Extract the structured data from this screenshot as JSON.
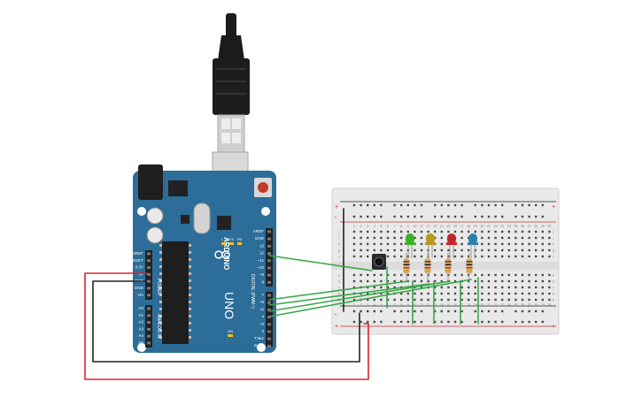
{
  "usb_cable": {
    "icon": "usb-b-plug-icon"
  },
  "arduino": {
    "brand": "ARDUINO",
    "model": "UNO",
    "power_header": [
      "IOREF",
      "RESET",
      "3.3V",
      "5V",
      "GND",
      "GND",
      "Vin"
    ],
    "power_title": "POWER",
    "analog_header": [
      "A0",
      "A1",
      "A2",
      "A3",
      "A4",
      "A5"
    ],
    "analog_title": "ANALOG IN",
    "digital_top": [
      "AREF",
      "GND",
      "13",
      "12",
      "~11",
      "~10",
      "~9",
      "8"
    ],
    "digital_bottom": [
      "7",
      "~6",
      "~5",
      "4",
      "~3",
      "2",
      "TX▸1",
      "RX◂0"
    ],
    "digital_title": "DIGITAL (PWM~)",
    "led_labels": [
      "L",
      "TX",
      "RX"
    ],
    "on_label": "ON",
    "colors": {
      "board": "#2c6d99",
      "header": "#222222",
      "chip": "#1e1e1e"
    }
  },
  "breadboard": {
    "columns": [
      "1",
      "2",
      "3",
      "4",
      "5",
      "6",
      "7",
      "8",
      "9",
      "10",
      "11",
      "12",
      "13",
      "14",
      "15",
      "16",
      "17",
      "18",
      "19",
      "20",
      "21",
      "22",
      "23",
      "24",
      "25",
      "26",
      "27",
      "28",
      "29",
      "30"
    ],
    "rows_top": [
      "j",
      "i",
      "h",
      "g",
      "f"
    ],
    "rows_bottom": [
      "e",
      "d",
      "c",
      "b",
      "a"
    ],
    "rail_plus": "+",
    "rail_minus": "-",
    "colors": {
      "body": "#e9e9e9",
      "hole": "#4b4b4b",
      "rail_red": "#d92b2b",
      "rail_black": "#222222"
    }
  },
  "components": {
    "leds": [
      {
        "name": "green",
        "color": "#3fae2a"
      },
      {
        "name": "yellow",
        "color": "#b59a1c"
      },
      {
        "name": "red",
        "color": "#c0282d"
      },
      {
        "name": "blue",
        "color": "#2e7fb0"
      }
    ],
    "button": {
      "icon": "pushbutton-icon"
    },
    "resistor_count": 4
  },
  "wires": {
    "signal_color": "#3aa64a",
    "power_color": "#d7262b",
    "ground_color": "#222222"
  }
}
